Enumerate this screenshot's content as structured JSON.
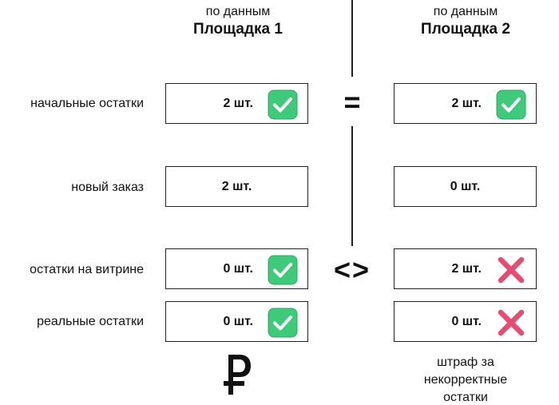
{
  "columns": [
    {
      "subtitle": "по данным",
      "title": "Площадка 1"
    },
    {
      "subtitle": "по данным",
      "title": "Площадка 2"
    }
  ],
  "rows": [
    {
      "label": "начальные остатки",
      "col1": {
        "value": "2 шт.",
        "status": "check"
      },
      "col2": {
        "value": "2 шт.",
        "status": "check"
      },
      "operator": "="
    },
    {
      "label": "новый заказ",
      "col1": {
        "value": "2 шт.",
        "status": "none"
      },
      "col2": {
        "value": "0 шт.",
        "status": "none"
      },
      "operator": ""
    },
    {
      "label": "остатки на витрине",
      "col1": {
        "value": "0 шт.",
        "status": "check"
      },
      "col2": {
        "value": "2 шт.",
        "status": "cross"
      },
      "operator": "<>"
    },
    {
      "label": "реальные остатки",
      "col1": {
        "value": "0 шт.",
        "status": "check"
      },
      "col2": {
        "value": "0 шт.",
        "status": "cross"
      },
      "operator": ""
    }
  ],
  "ruble_symbol": "₽",
  "penalty_note": "штраф за\nнекорректные\nостатки",
  "colors": {
    "check_bg": "#3fc97a",
    "check_mark": "#ffffff",
    "cross": "#e84b6f",
    "border": "#222222"
  },
  "icons": {
    "check": "check-icon",
    "cross": "cross-icon",
    "ruble": "ruble-icon"
  }
}
